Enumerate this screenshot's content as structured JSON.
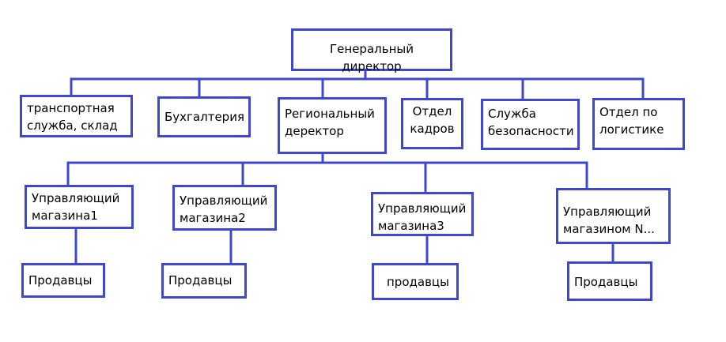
{
  "colors": {
    "border": "#3f48cc",
    "connector": "#3f48cc",
    "text": "#000000",
    "background": "#ffffff"
  },
  "nodes": {
    "general_director": "Генеральный директор",
    "transport": "транспортная\nслужба, склад",
    "accounting": "Бухгалтерия",
    "regional_director": "Региональный\nдеректор",
    "hr": "Отдел\nкадров",
    "security": "Служба\nбезопасности",
    "logistics": "Отдел по\nлогистике",
    "manager1": "Управляющий\nмагазина1",
    "manager2": "Управляющий\nмагазина2",
    "manager3": "Управляющий\nмагазина3",
    "manager_n": "Управляющий\nмагазином N...",
    "sellers1": "Продавцы",
    "sellers2": "Продавцы",
    "sellers3": "продавцы",
    "sellers_n": "Продавцы"
  }
}
